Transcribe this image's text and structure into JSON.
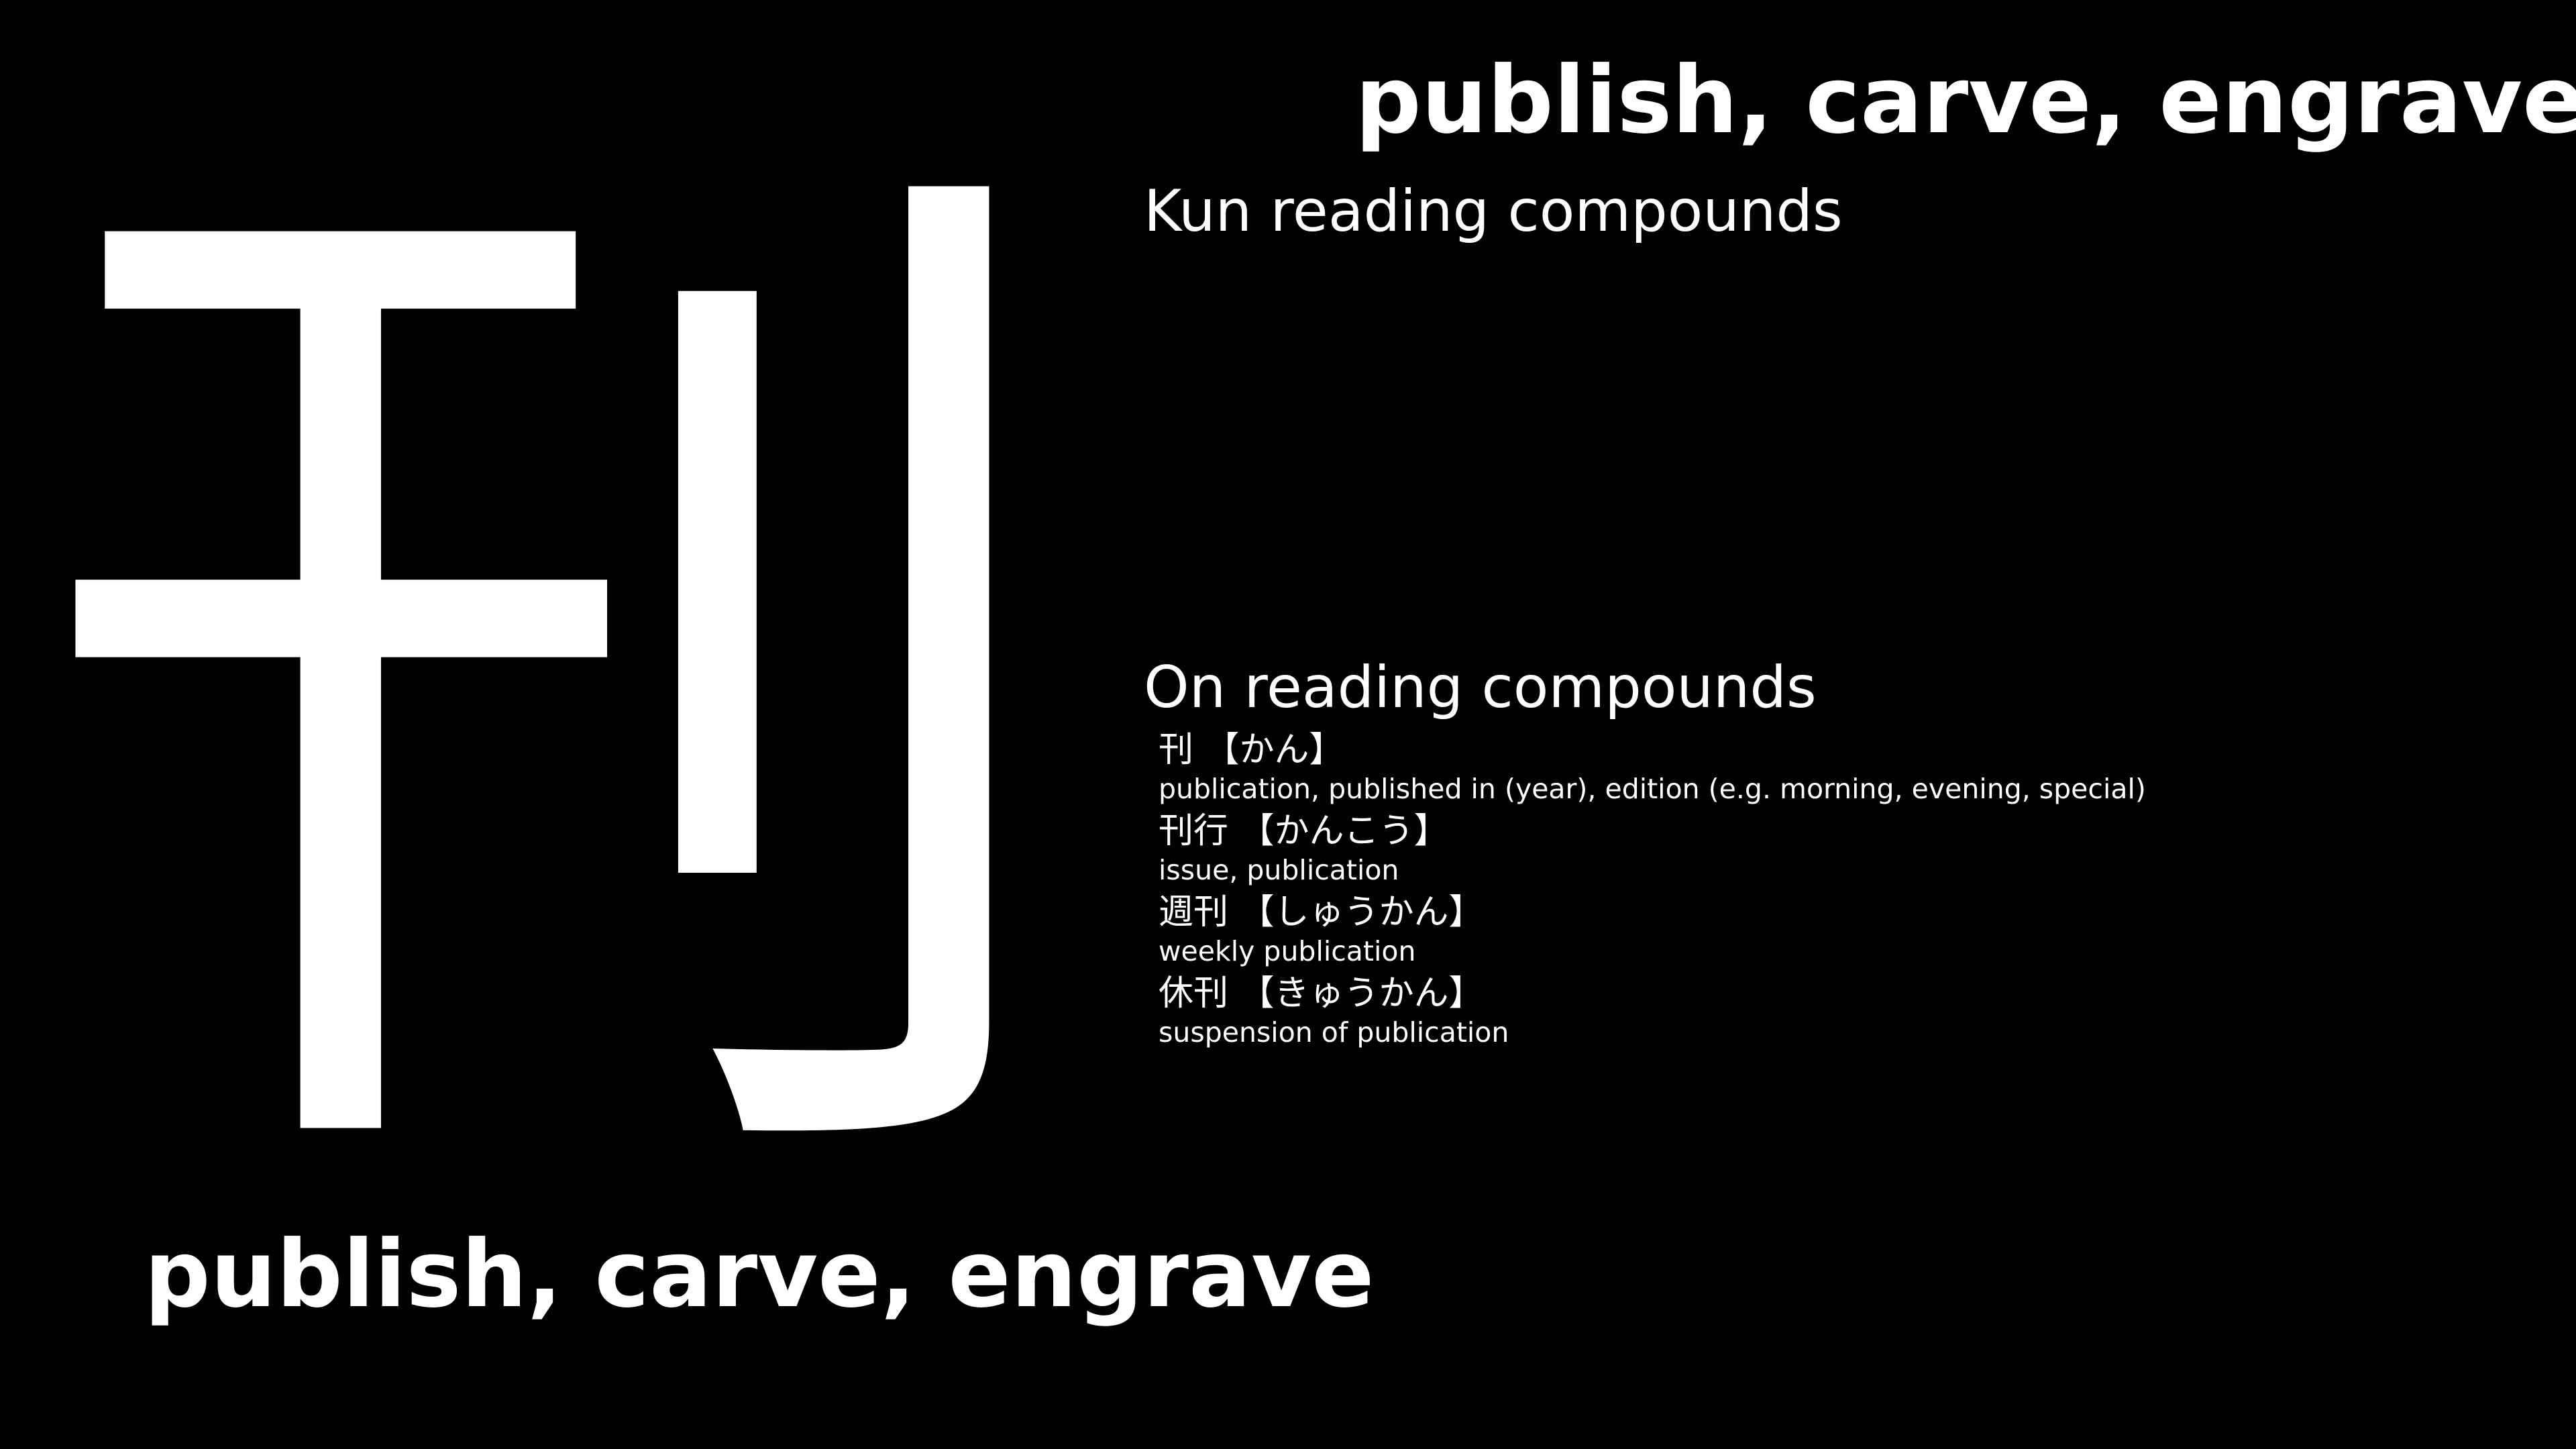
{
  "kanji": "刊",
  "meaning_top": "publish, carve, engrave",
  "meaning_bottom": "publish, carve, engrave",
  "kun_heading": "Kun reading compounds",
  "on_heading": "On reading compounds",
  "on_compounds": [
    {
      "term": "刊 【かん】",
      "meaning": "publication, published in (year), edition (e.g. morning, evening, special)"
    },
    {
      "term": "刊行 【かんこう】",
      "meaning": "issue, publication"
    },
    {
      "term": "週刊 【しゅうかん】",
      "meaning": "weekly publication"
    },
    {
      "term": "休刊 【きゅうかん】",
      "meaning": "suspension of publication"
    }
  ],
  "colors": {
    "background": "#000000",
    "text": "#ffffff"
  }
}
